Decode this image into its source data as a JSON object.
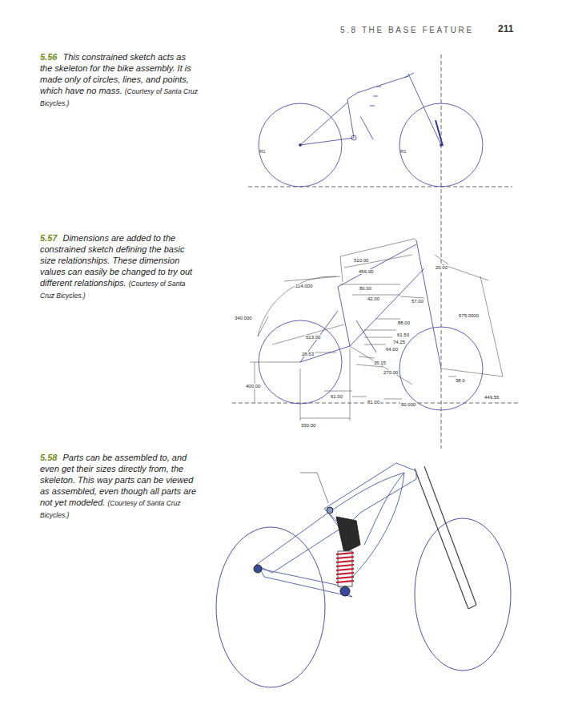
{
  "diagram": {
    "labels": [
      "5.8 THE BASE FEATURE",
      "211",
      "5.56",
      "This constrained sketch acts as the skeleton for the bike assembly. It is made only of circles, lines, and points, which have no mass.",
      "(Courtesy of Santa Cruz Bicycles.)",
      "R1",
      "R1",
      "5.57",
      "Dimensions are added to the constrained sketch defining the basic size relationships. These dimension values can easily be changed to try out different relationships.",
      "(Courtesy of Santa Cruz Bicycles.)",
      "510.00",
      "466.00",
      "20.00",
      "114.000",
      "80.00",
      "42.00",
      "57.00",
      "575.0000",
      "340.000",
      "88.00",
      "513.00",
      "61.50",
      "74.25",
      "64.00",
      "28.53",
      "35.15",
      "270.00",
      "400.00",
      "38.0",
      "61.00",
      "81.00",
      "50.000",
      "449.55",
      "330.00",
      "5.58",
      "Parts can be assembled to, and even get their sizes directly from, the skeleton. This way parts can be viewed as assembled, even though all parts are not yet modeled.",
      "(Courtesy of Santa Cruz Bicycles.)"
    ]
  }
}
